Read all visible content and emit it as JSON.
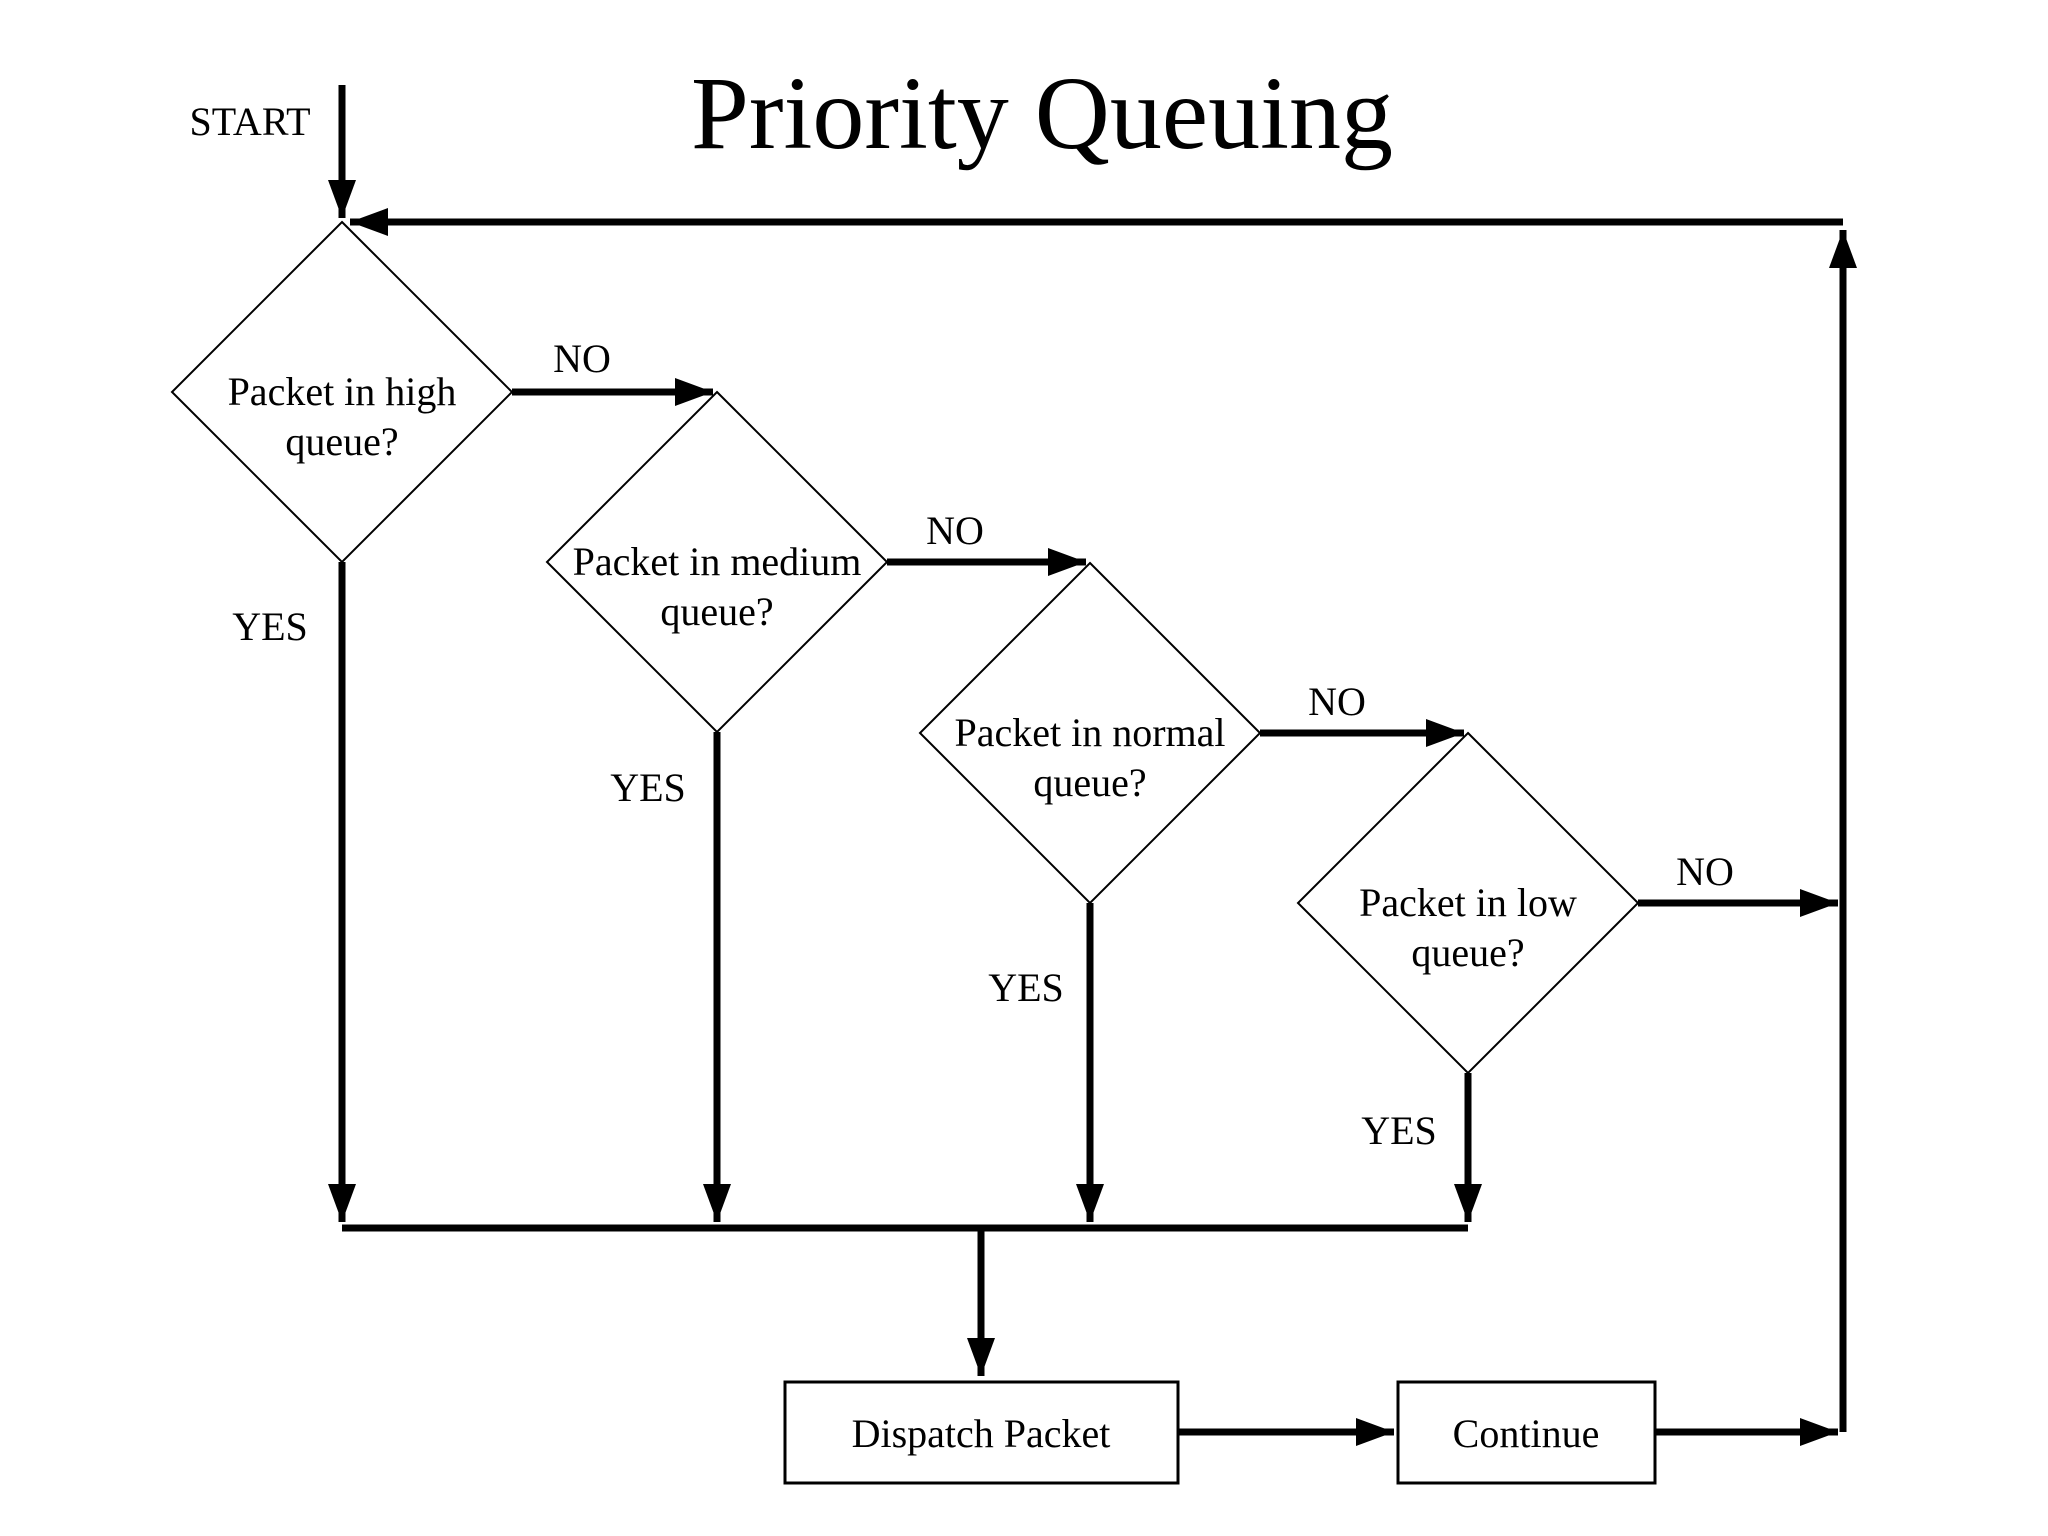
{
  "page": {
    "title": "Priority Queuing",
    "background_color": "#ffffff",
    "ink_color": "#000000"
  },
  "flowchart": {
    "start_label": "START",
    "decisions": [
      {
        "id": "high",
        "line1": "Packet in high",
        "line2": "queue?",
        "yes_label": "YES",
        "no_label": "NO"
      },
      {
        "id": "medium",
        "line1": "Packet in medium",
        "line2": "queue?",
        "yes_label": "YES",
        "no_label": "NO"
      },
      {
        "id": "normal",
        "line1": "Packet in normal",
        "line2": "queue?",
        "yes_label": "YES",
        "no_label": "NO"
      },
      {
        "id": "low",
        "line1": "Packet in low",
        "line2": "queue?",
        "yes_label": "YES",
        "no_label": "NO"
      }
    ],
    "processes": [
      {
        "id": "dispatch",
        "label": "Dispatch Packet"
      },
      {
        "id": "continue",
        "label": "Continue"
      }
    ]
  }
}
